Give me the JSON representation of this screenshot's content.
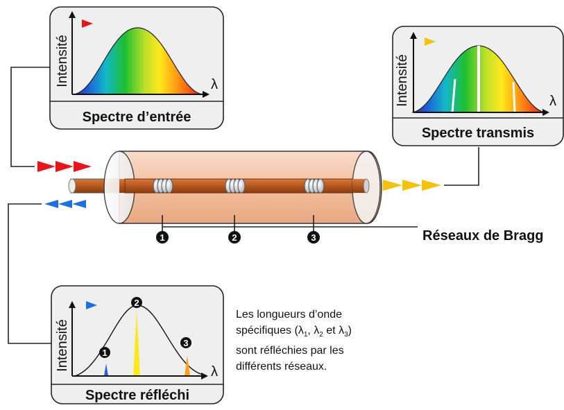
{
  "panels": {
    "input": {
      "title": "Spectre d’entrée",
      "ylabel": "Intensité",
      "xlabel": "λ",
      "arrow_color": "#e8141b"
    },
    "transmitted": {
      "title": "Spectre transmis",
      "ylabel": "Intensité",
      "xlabel": "λ",
      "arrow_color": "#f4c20d"
    },
    "reflected": {
      "title": "Spectre réfléchi",
      "ylabel": "Intensité",
      "xlabel": "λ",
      "arrow_color": "#1f6fe0"
    }
  },
  "grating_markers": [
    "1",
    "2",
    "3"
  ],
  "bragg_label": "Réseaux de Bragg",
  "note": {
    "line1": "Les longueurs d’onde",
    "line2_prefix": "spécifiques (λ",
    "sub1": "1",
    "sep1": ", λ",
    "sub2": "2",
    "sep2": " et λ",
    "sub3": "3",
    "line2_suffix": ")",
    "line3": "sont réfléchies par les",
    "line4": "différents réseaux."
  },
  "colors": {
    "panel_fill": "#efefef",
    "cladding": "#f6c8aa",
    "core": "#b5571e",
    "input_arrows": "#e8141b",
    "output_arrows": "#f4c20d",
    "reflected_arrows": "#1f6fe0"
  }
}
